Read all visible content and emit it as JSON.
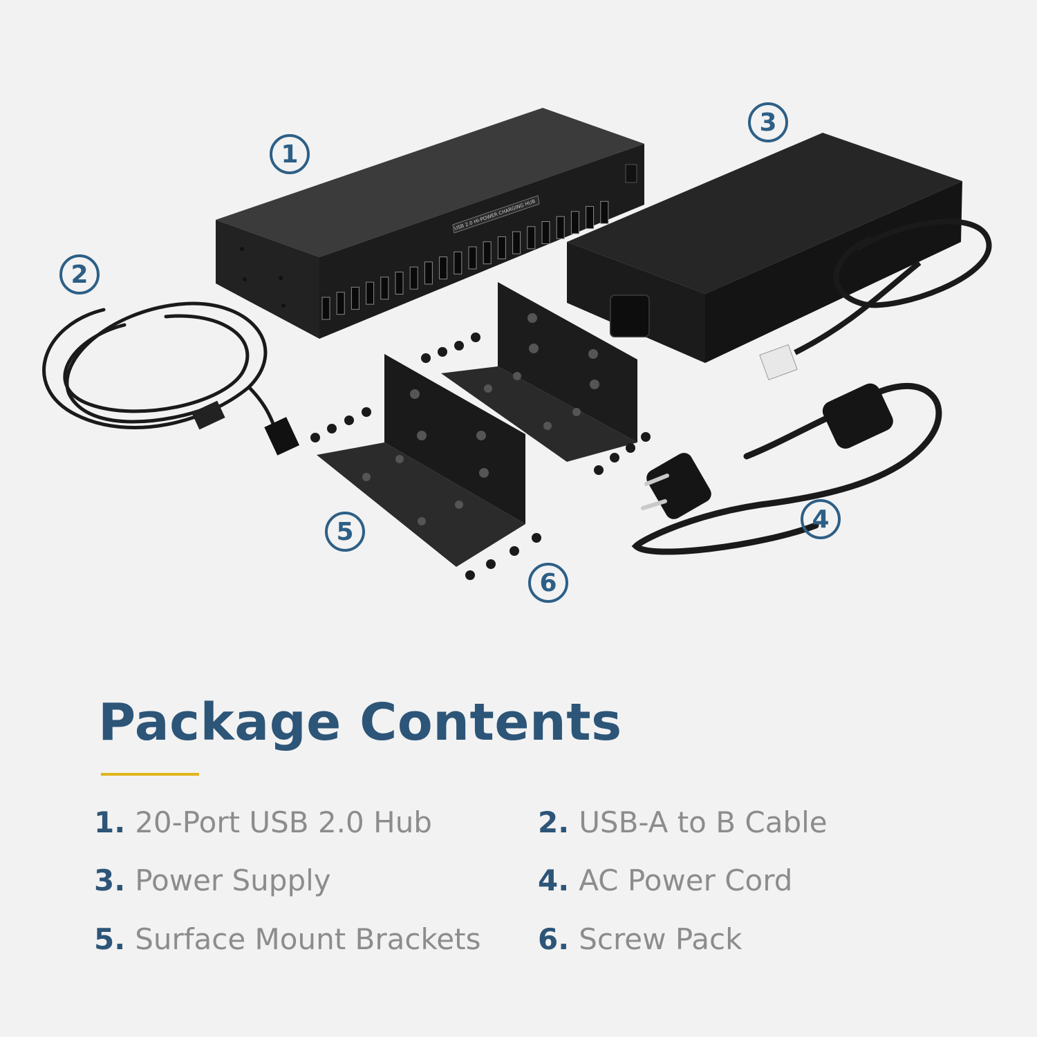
{
  "title": "Package Contents",
  "colors": {
    "background": "#f2f2f2",
    "title": "#2c5578",
    "accent_rule": "#e2b41c",
    "number": "#2c5578",
    "label": "#8c8c8c",
    "callout": "#2d5f86"
  },
  "hub_label": "USB 2.0 HI-POWER CHARGING HUB",
  "callouts": [
    "1",
    "2",
    "3",
    "4",
    "5",
    "6"
  ],
  "items": [
    {
      "num": "1.",
      "label": "20-Port USB 2.0 Hub"
    },
    {
      "num": "2.",
      "label": "USB-A to B Cable"
    },
    {
      "num": "3.",
      "label": "Power Supply"
    },
    {
      "num": "4.",
      "label": "AC Power Cord"
    },
    {
      "num": "5.",
      "label": "Surface Mount Brackets"
    },
    {
      "num": "6.",
      "label": "Screw Pack"
    }
  ]
}
